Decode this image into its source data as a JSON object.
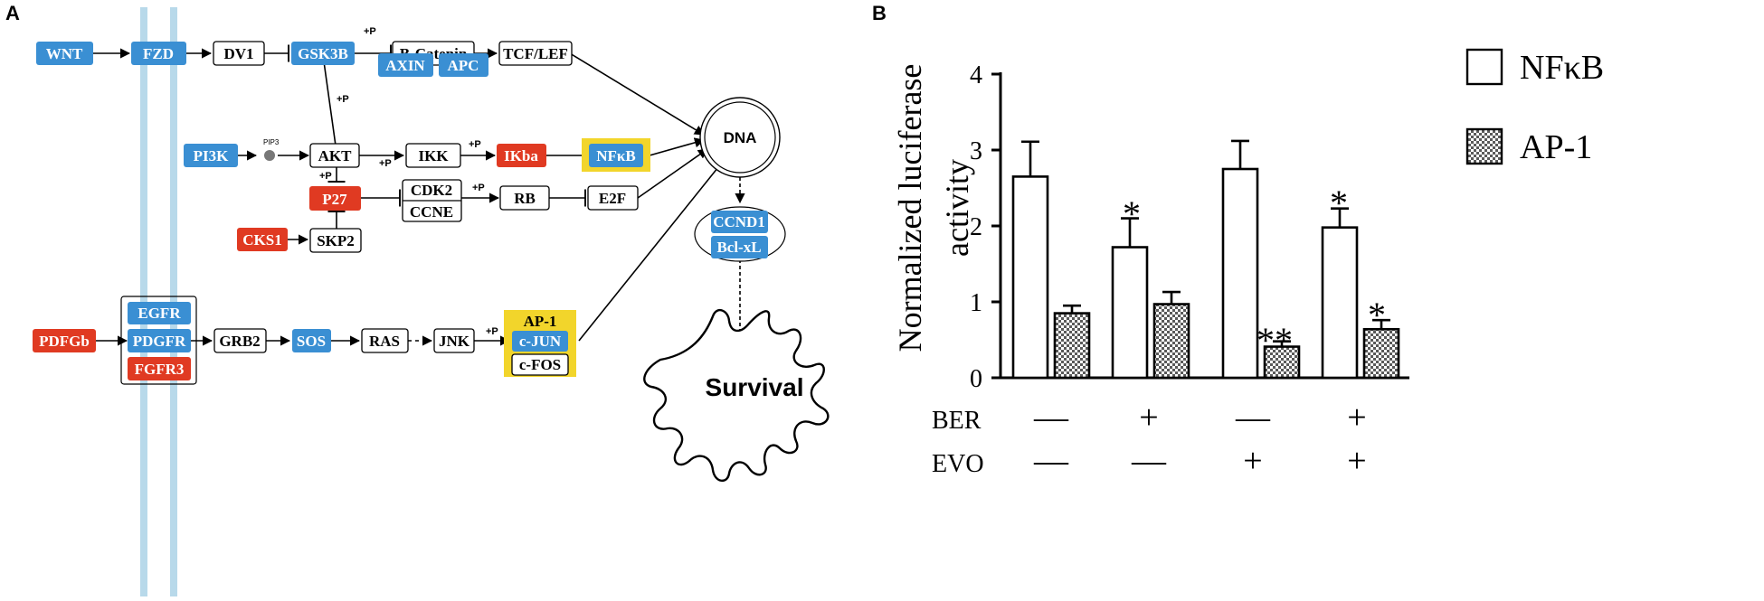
{
  "panel_a": {
    "label": "A",
    "colors": {
      "blue": "#3a8fd3",
      "red": "#e03a22",
      "yellow": "#f2d52b",
      "membrane": "#b8d9ea"
    },
    "nodes": {
      "wnt": "WNT",
      "fzd": "FZD",
      "dv1": "DV1",
      "gsk3b": "GSK3B",
      "bcatenin": "B-Catenin",
      "axin": "AXIN",
      "apc": "APC",
      "tcflef": "TCF/LEF",
      "pi3k": "PI3K",
      "akt": "AKT",
      "ikk": "IKK",
      "ikba": "IKba",
      "nfkb": "NFκB",
      "p27": "P27",
      "cdk2": "CDK2",
      "ccne": "CCNE",
      "rb": "RB",
      "e2f": "E2F",
      "cks1": "CKS1",
      "skp2": "SKP2",
      "dna": "DNA",
      "ccnd1": "CCND1",
      "bclxl": "Bcl-xL",
      "pdfgb": "PDFGb",
      "egfr": "EGFR",
      "pdgfr": "PDGFR",
      "fgfr3": "FGFR3",
      "grb2": "GRB2",
      "sos": "SOS",
      "ras": "RAS",
      "jnk": "JNK",
      "ap1": "AP-1",
      "cjun": "c-JUN",
      "cfos": "c-FOS",
      "survival": "Survival"
    },
    "labels": {
      "p1": "+P",
      "p2": "+P",
      "p3": "+P",
      "p4": "+P",
      "p5": "+P",
      "p6": "+P",
      "p7": "+P",
      "pip3": "PIP3"
    }
  },
  "panel_b": {
    "label": "B",
    "legend": [
      "NFκB",
      "AP-1"
    ],
    "ylabel_line1": "Normalized luciferase",
    "ylabel_line2": "activity",
    "rows": [
      {
        "label": "BER",
        "signs": [
          "—",
          "+",
          "—",
          "+"
        ]
      },
      {
        "label": "EVO",
        "signs": [
          "—",
          "—",
          "+",
          "+"
        ]
      }
    ],
    "stars": {
      "g2_nfkb": "*",
      "g3_ap1": "**",
      "g4_nfkb": "*",
      "g4_ap1": "*"
    }
  },
  "chart_data": {
    "type": "bar",
    "categories": [
      "BER− EVO−",
      "BER+ EVO−",
      "BER− EVO+",
      "BER+ EVO+"
    ],
    "series": [
      {
        "name": "NFκB",
        "values": [
          2.65,
          1.72,
          2.75,
          1.98
        ],
        "errors": [
          0.46,
          0.38,
          0.37,
          0.25
        ],
        "pattern": "open"
      },
      {
        "name": "AP-1",
        "values": [
          0.85,
          0.97,
          0.41,
          0.64
        ],
        "errors": [
          0.1,
          0.16,
          0.07,
          0.12
        ],
        "pattern": "checkered"
      }
    ],
    "ylim": [
      0,
      4
    ],
    "yticks": [
      0,
      1,
      2,
      3,
      4
    ],
    "ylabel": "Normalized luciferase activity"
  }
}
